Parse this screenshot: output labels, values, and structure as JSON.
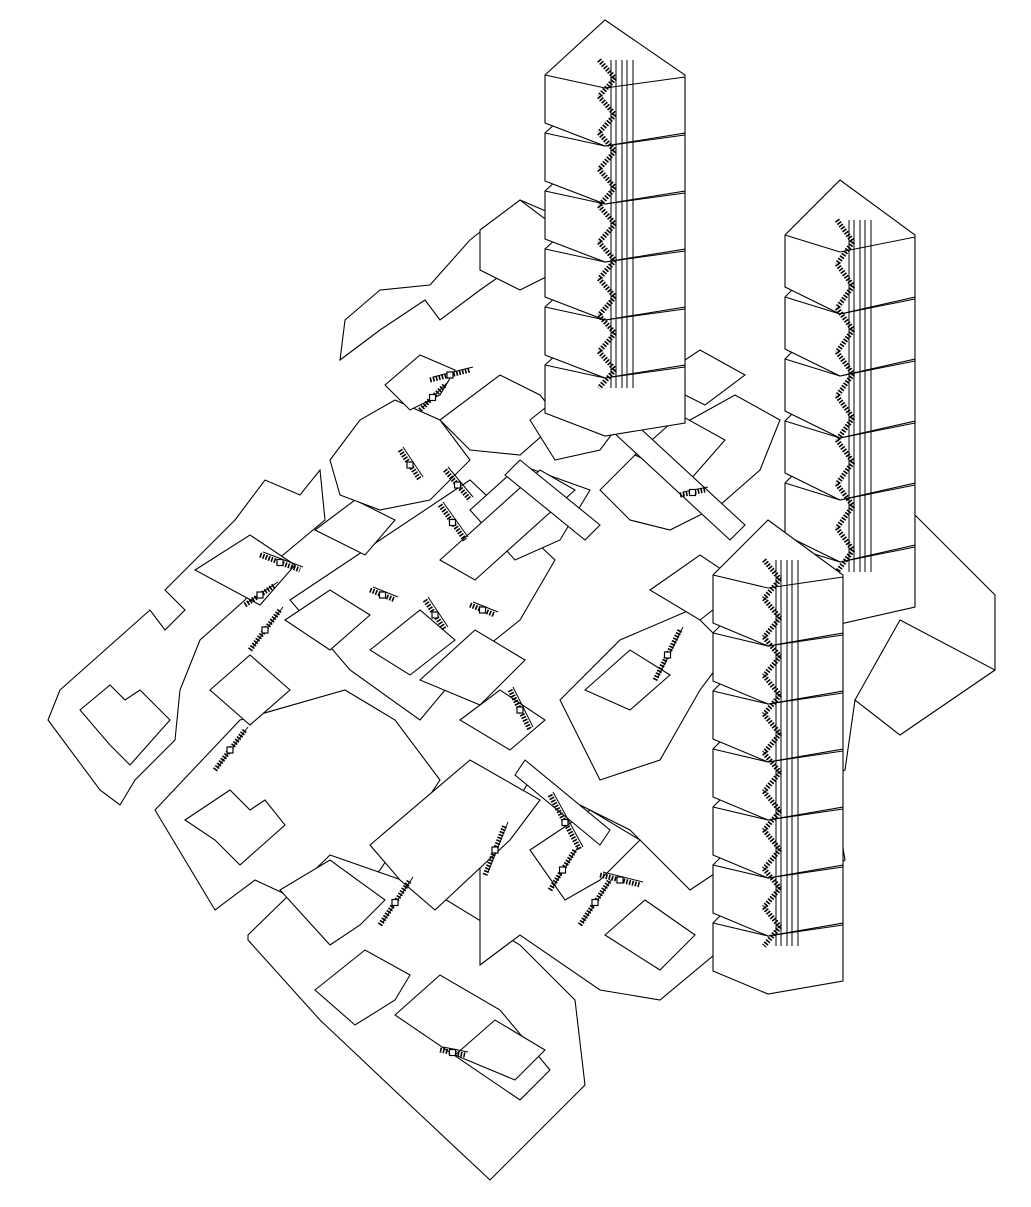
{
  "drawing": {
    "stroke_color": "#000000",
    "background_color": "#ffffff",
    "towers": [
      {
        "floors": 6,
        "stairs": 18
      },
      {
        "floors": 6,
        "stairs": 16
      },
      {
        "floors": 7,
        "stairs": 20
      }
    ],
    "stair_flights": 24
  }
}
